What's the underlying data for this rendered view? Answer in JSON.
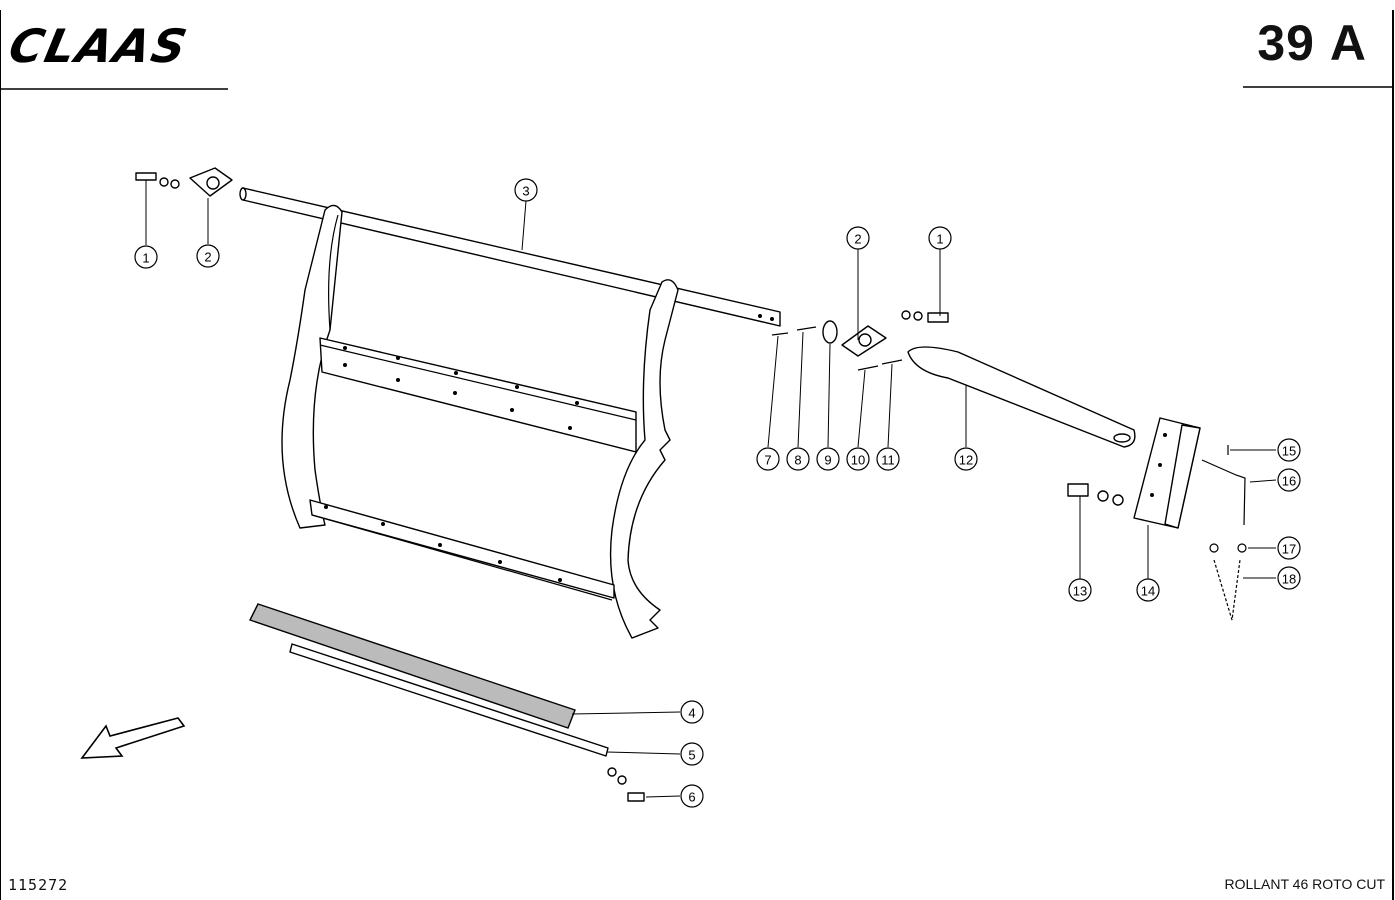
{
  "header": {
    "brand": "CLAAS",
    "page_number": "39",
    "page_suffix": "A"
  },
  "footer": {
    "document_id": "115272",
    "model": "ROLLANT 46 ROTO CUT"
  },
  "callouts": [
    "1",
    "2",
    "3",
    "2",
    "1",
    "7",
    "8",
    "9",
    "10",
    "11",
    "12",
    "15",
    "16",
    "13",
    "14",
    "17",
    "18",
    "4",
    "5",
    "6"
  ]
}
